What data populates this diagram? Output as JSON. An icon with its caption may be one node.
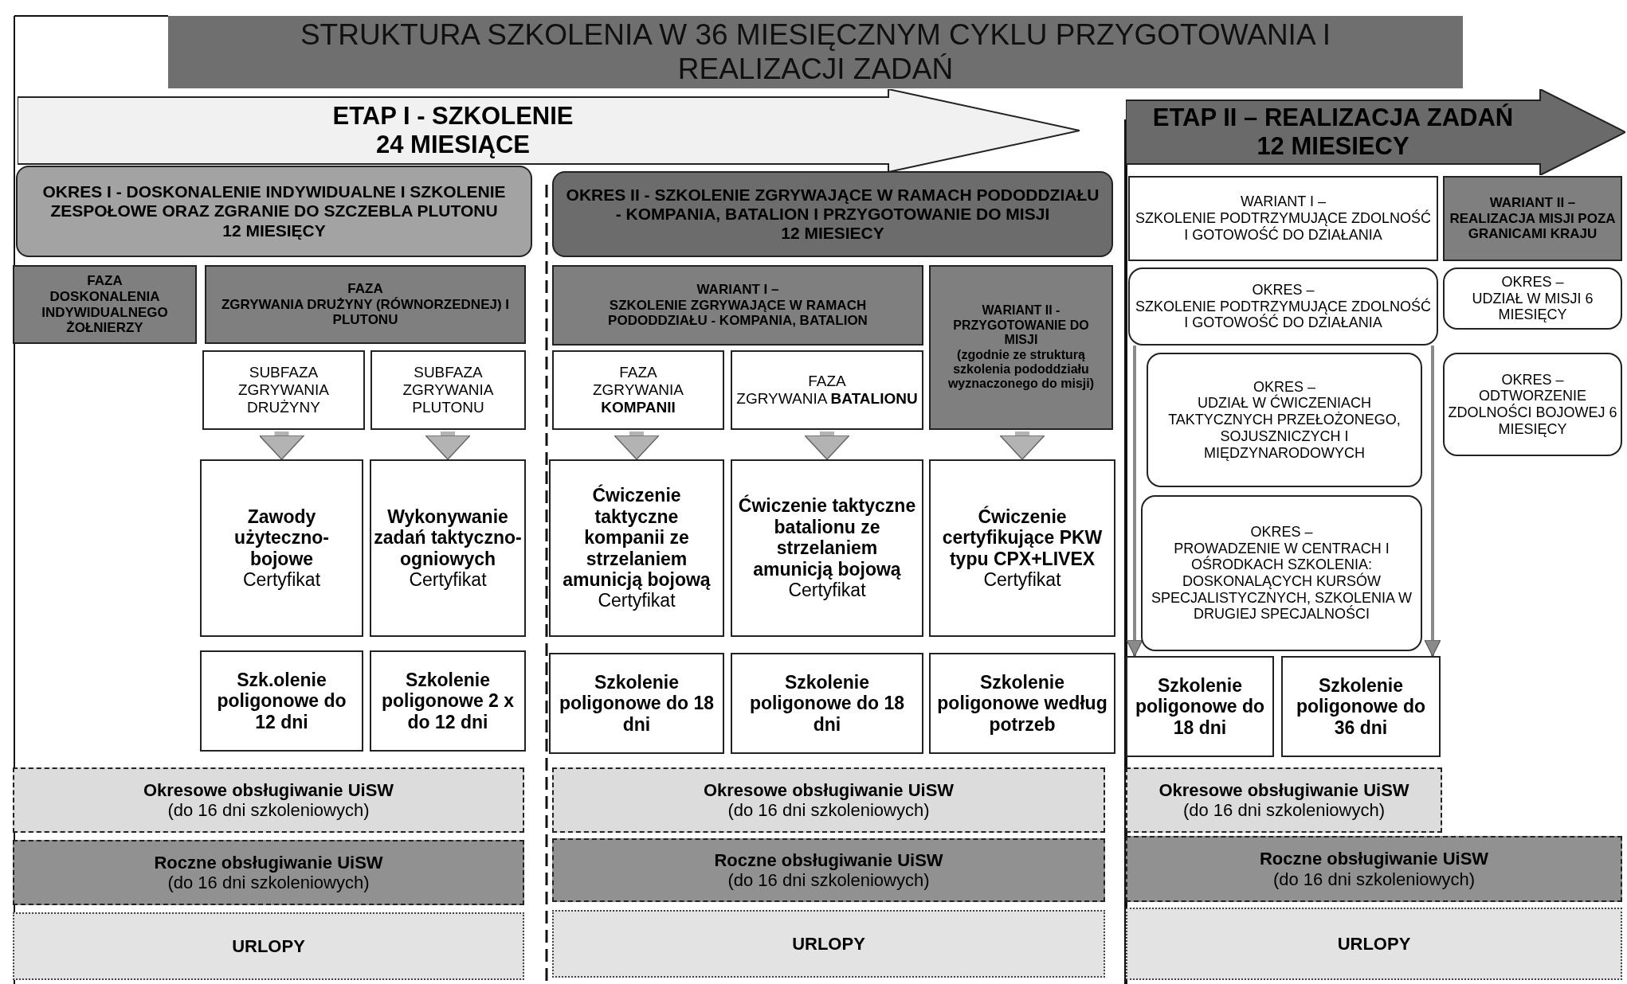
{
  "diagram": {
    "title": "STRUKTURA SZKOLENIA W 36 MIESIĘCZNYM CYKLU PRZYGOTOWANIA I REALIZACJI ZADAŃ",
    "nodes": [
      {
        "text": [
          "ETAP I - SZKOLENIE",
          "24 MIESIĄCE"
        ]
      },
      {
        "text": [
          "ETAP II – REALIZACJA ZADAŃ",
          "12 MIESIECY"
        ]
      },
      {
        "text": [
          "OKRES I - DOSKONALENIE INDYWIDUALNE I SZKOLENIE ZESPOŁOWE ORAZ ZGRANIE DO SZCZEBLA PLUTONU",
          "12 MIESIĘCY"
        ]
      },
      {
        "text": [
          "FAZA",
          "DOSKONALENIA INDYWIDUALNEGO ŻOŁNIERZY"
        ]
      },
      {
        "text": [
          "FAZA",
          "ZGRYWANIA DRUŻYNY (RÓWNORZEDNEJ) I PLUTONU"
        ]
      },
      {
        "text": [
          "SUBFAZA",
          "ZGRYWANIA DRUŻYNY"
        ]
      },
      {
        "text": [
          "SUBFAZA",
          "ZGRYWANIA PLUTONU"
        ]
      },
      {
        "text": [
          "Zawody użyteczno-bojowe",
          "Certyfikat"
        ]
      },
      {
        "text": [
          "Wykonywanie zadań taktyczno-ogniowych",
          "Certyfikat"
        ]
      },
      {
        "text": [
          "Szk.olenie poligonowe do 12 dni"
        ]
      },
      {
        "text": [
          "Szkolenie poligonowe 2 x do 12 dni"
        ]
      },
      {
        "text": [
          "Okresowe obsługiwanie UiSW",
          "(do 16 dni szkoleniowych)"
        ]
      },
      {
        "text": [
          "Roczne obsługiwanie UiSW",
          "(do 16 dni szkoleniowych)"
        ]
      },
      {
        "text": [
          "URLOPY"
        ]
      },
      {
        "text": [
          "OKRES II - SZKOLENIE ZGRYWAJĄCE W RAMACH PODODDZIAŁU - KOMPANIA, BATALION I PRZYGOTOWANIE DO MISJI",
          "12 MIESIECY"
        ]
      },
      {
        "text": [
          "WARIANT I –",
          "SZKOLENIE ZGRYWAJĄCE W RAMACH PODODDZIAŁU - KOMPANIA, BATALION"
        ]
      },
      {
        "text": [
          "WARIANT II - PRZYGOTOWANIE DO MISJI",
          "(zgodnie ze strukturą szkolenia pododdziału wyznaczonego do misji)"
        ]
      },
      {
        "text": [
          "FAZA",
          "ZGRYWANIA **KOMPANII**"
        ]
      },
      {
        "text": [
          "FAZA",
          "ZGRYWANIA **BATALIONU**"
        ]
      },
      {
        "text": [
          "Ćwiczenie taktyczne kompanii ze strzelaniem amunicją bojową",
          "Certyfikat"
        ]
      },
      {
        "text": [
          "Ćwiczenie taktyczne batalionu ze strzelaniem amunicją bojową",
          "Certyfikat"
        ]
      },
      {
        "text": [
          "Ćwiczenie certyfikujące PKW typu CPX+LIVEX",
          "Certyfikat"
        ]
      },
      {
        "text": [
          "Szkolenie poligonowe do 18 dni"
        ]
      },
      {
        "text": [
          "Szkolenie poligonowe do 18 dni"
        ]
      },
      {
        "text": [
          "Szkolenie poligonowe według potrzeb"
        ]
      },
      {
        "text": [
          "Okresowe obsługiwanie UiSW",
          "(do 16 dni szkoleniowych)"
        ]
      },
      {
        "text": [
          "Roczne obsługiwanie UiSW",
          "(do 16 dni szkoleniowych)"
        ]
      },
      {
        "text": [
          "URLOPY"
        ]
      },
      {
        "text": [
          "WARIANT I –",
          "SZKOLENIE PODTRZYMUJĄCE ZDOLNOŚĆ I GOTOWOŚĆ DO DZIAŁANIA"
        ]
      },
      {
        "text": [
          "WARIANT II – REALIZACJA MISJI POZA GRANICAMI KRAJU"
        ]
      },
      {
        "text": [
          "OKRES –",
          "SZKOLENIE PODTRZYMUJĄCE ZDOLNOŚĆ I GOTOWOŚĆ DO DZIAŁANIA"
        ]
      },
      {
        "text": [
          "OKRES –",
          "UDZIAŁ W MISJI 6 MIESIĘCY"
        ]
      },
      {
        "text": [
          "OKRES –",
          "UDZIAŁ W ĆWICZENIACH TAKTYCZNYCH PRZEŁOŻONEGO, SOJUSZNICZYCH I MIĘDZYNARODOWYCH"
        ]
      },
      {
        "text": [
          "OKRES –",
          "ODTWORZENIE ZDOLNOŚCI BOJOWEJ 6 MIESIĘCY"
        ]
      },
      {
        "text": [
          "OKRES –",
          "PROWADZENIE W CENTRACH I OŚRODKACH SZKOLENIA: DOSKONALĄCYCH KURSÓW SPECJALISTYCZNYCH, SZKOLENIA W DRUGIEJ SPECJALNOŚCI"
        ]
      },
      {
        "text": [
          "Szkolenie poligonowe do 18 dni"
        ]
      },
      {
        "text": [
          "Szkolenie poligonowe do 36 dni"
        ]
      },
      {
        "text": [
          "Okresowe obsługiwanie UiSW",
          "(do 16 dni szkoleniowych)"
        ]
      },
      {
        "text": [
          "Roczne obsługiwanie UiSW",
          "(do 16 dni szkoleniowych)"
        ]
      },
      {
        "text": [
          "URLOPY"
        ]
      }
    ],
    "edges": [
      {
        "from": 5,
        "to": 7,
        "arrow": "to"
      },
      {
        "from": 6,
        "to": 8,
        "arrow": "to"
      },
      {
        "from": 17,
        "to": 19,
        "arrow": "to"
      },
      {
        "from": 18,
        "to": 20,
        "arrow": "to"
      },
      {
        "from": 16,
        "to": 21,
        "arrow": "to"
      },
      {
        "from": 30,
        "to": 35,
        "arrow": "to"
      },
      {
        "from": 30,
        "to": 36,
        "arrow": "to"
      }
    ]
  }
}
